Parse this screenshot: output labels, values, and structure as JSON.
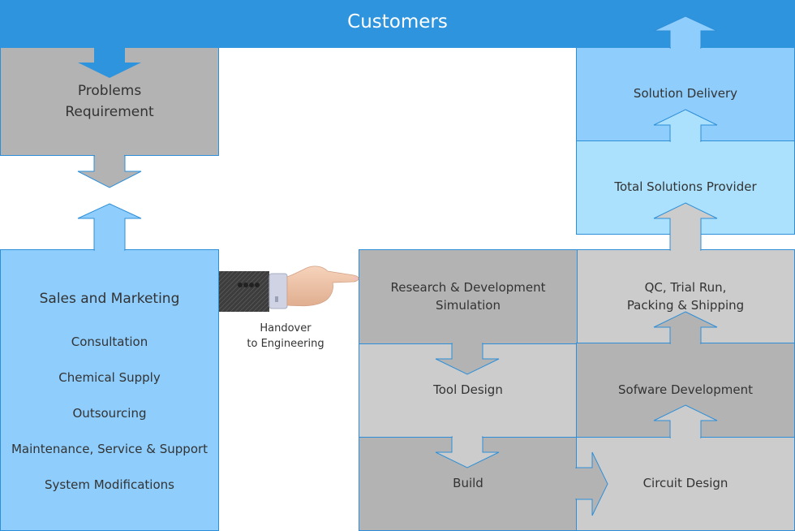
{
  "header": {
    "title": "Customers"
  },
  "colors": {
    "banner": "#2e94de",
    "border": "#2e8fd8",
    "gray_dark": "#b3b3b3",
    "gray_light": "#cccccc",
    "blue_mid": "#8ecdfc",
    "blue_light": "#abe1fd"
  },
  "left": {
    "problems": {
      "line1": "Problems",
      "line2": "Requirement"
    },
    "sales": {
      "title": "Sales and Marketing",
      "items": [
        "Consultation",
        "Chemical Supply",
        "Outsourcing",
        "Maintenance, Service & Support",
        "System Modifications"
      ]
    }
  },
  "handover": {
    "line1": "Handover",
    "line2": "to Engineering",
    "icon": "pointing-hand-icon"
  },
  "engineering": {
    "rd": {
      "line1": "Research & Development",
      "line2": "Simulation"
    },
    "tool": "Tool Design",
    "build": "Build",
    "circuit": "Circuit Design",
    "software": "Sofware Development",
    "qc": {
      "line1": "QC, Trial Run,",
      "line2": "Packing & Shipping"
    }
  },
  "right": {
    "total": "Total Solutions Provider",
    "delivery": "Solution Delivery"
  }
}
